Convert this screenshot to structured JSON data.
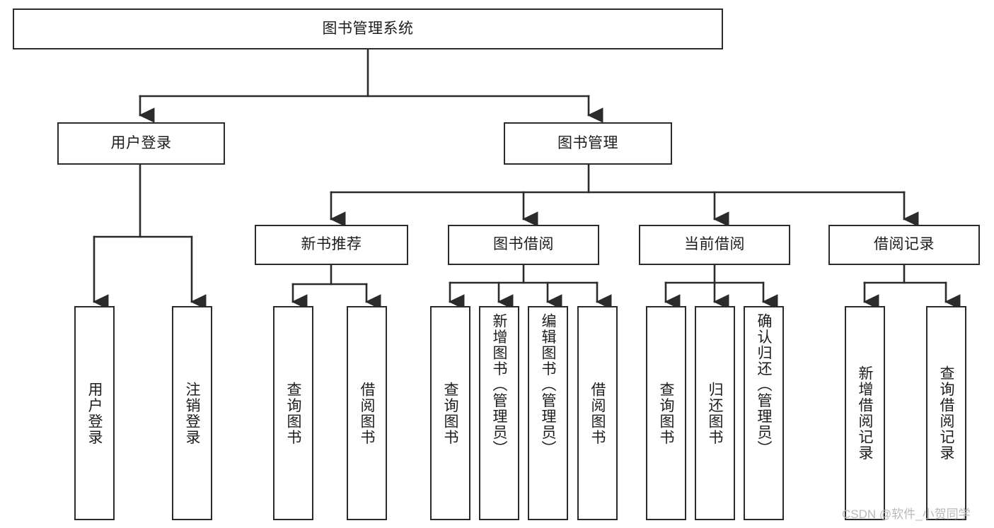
{
  "diagram": {
    "type": "tree-hierarchy-chart",
    "title": "图书管理系统",
    "orientation": "top-down",
    "colors": {
      "border": "#2b2b2b",
      "fill": "#ffffff",
      "text": "#1d1d1d",
      "edge": "#2b2b2b",
      "watermark": "#b9b9b9"
    }
  },
  "root": {
    "label": "图书管理系统"
  },
  "level2": [
    {
      "label": "用户登录"
    },
    {
      "label": "图书管理"
    }
  ],
  "level3": [
    {
      "label": "新书推荐"
    },
    {
      "label": "图书借阅"
    },
    {
      "label": "当前借阅"
    },
    {
      "label": "借阅记录"
    }
  ],
  "leaves": {
    "user_login": [
      {
        "label": "用户登录"
      },
      {
        "label": "注销登录"
      }
    ],
    "new_book_recommend": [
      {
        "label": "查询图书"
      },
      {
        "label": "借阅图书"
      }
    ],
    "book_borrow": [
      {
        "label": "查询图书"
      },
      {
        "label": "新增图书（管理员）"
      },
      {
        "label": "编辑图书（管理员）"
      },
      {
        "label": "借阅图书"
      }
    ],
    "current_borrow": [
      {
        "label": "查询图书"
      },
      {
        "label": "归还图书"
      },
      {
        "label": "确认归还（管理员）"
      }
    ],
    "borrow_record": [
      {
        "label": "新增借阅记录"
      },
      {
        "label": "查询借阅记录"
      }
    ]
  },
  "watermark": {
    "text": "CSDN @软件_小贺同学"
  }
}
